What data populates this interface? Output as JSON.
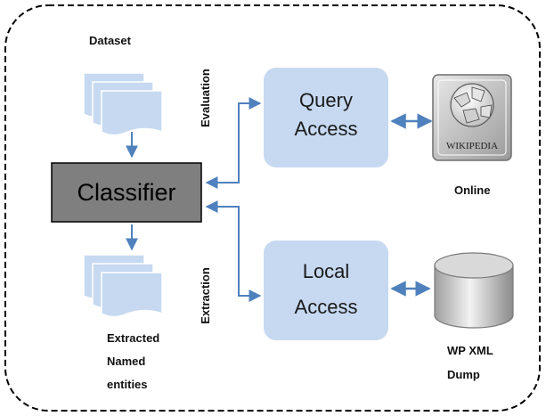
{
  "labels": {
    "dataset": "Dataset",
    "evaluation": "Evaluation",
    "extraction": "Extraction",
    "classifier": "Classifier",
    "query_line1": "Query",
    "query_line2": "Access",
    "local_line1": "Local",
    "local_line2": "Access",
    "online": "Online",
    "wp_line1": "WP XML",
    "wp_line2": "Dump",
    "extracted_line1": "Extracted",
    "extracted_line2": "Named",
    "extracted_line3": "entities",
    "wikipedia_word": "WIKIPEDIA"
  },
  "colors": {
    "arrow": "#4f81bd",
    "box_fill": "#c6d9f1",
    "doc_fill": "#c6d9f1",
    "classifier_fill": "#7f7f7f",
    "border": "#000000"
  },
  "icons": {
    "wikipedia": "wikipedia-globe-icon",
    "database": "database-cylinder-icon",
    "documents": "document-stack-icon"
  }
}
